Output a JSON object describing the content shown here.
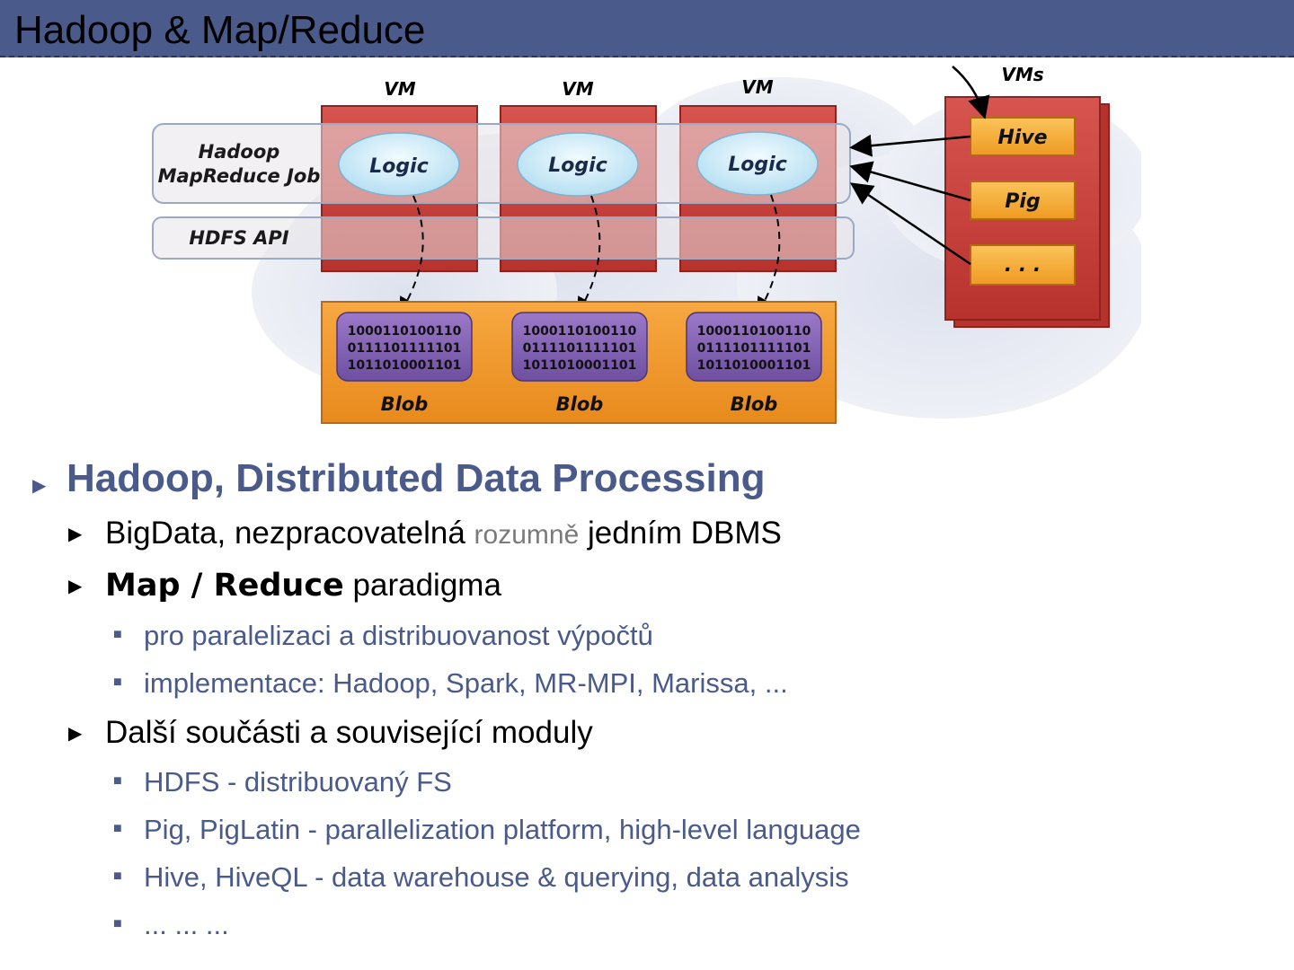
{
  "slide": {
    "title": "Hadoop & Map/Reduce"
  },
  "diagram": {
    "vm_labels": [
      "VM",
      "VM",
      "VM"
    ],
    "vms_label": "VMs",
    "job_label_line1": "Hadoop",
    "job_label_line2": "MapReduce Job",
    "hdfs_label": "HDFS API",
    "logic_labels": [
      "Logic",
      "Logic",
      "Logic"
    ],
    "tools": [
      "Hive",
      "Pig",
      ". . ."
    ],
    "bit_lines": [
      "1000110100110",
      "0111101111101",
      "1011010001101"
    ],
    "blob_labels": [
      "Blob",
      "Blob",
      "Blob"
    ]
  },
  "content": {
    "heading": "Hadoop, Distributed Data Processing",
    "item1": {
      "part1": "BigData, nezpracovatelná ",
      "part2": "rozumně",
      "part3": " jedním DBMS"
    },
    "item2": {
      "part1": "Map / Reduce",
      "part2": " paradigma"
    },
    "item2_sub": [
      "pro paralelizaci a distribuovanost výpočtů",
      "implementace: Hadoop, Spark, MR-MPI, Marissa, ..."
    ],
    "item3": "Další součásti a související moduly",
    "item3_sub": [
      "HDFS - distribuovaný FS",
      "Pig, PigLatin - parallelization platform, high-level language",
      "Hive, HiveQL - data warehouse & querying, data analysis",
      "... ... ..."
    ]
  }
}
